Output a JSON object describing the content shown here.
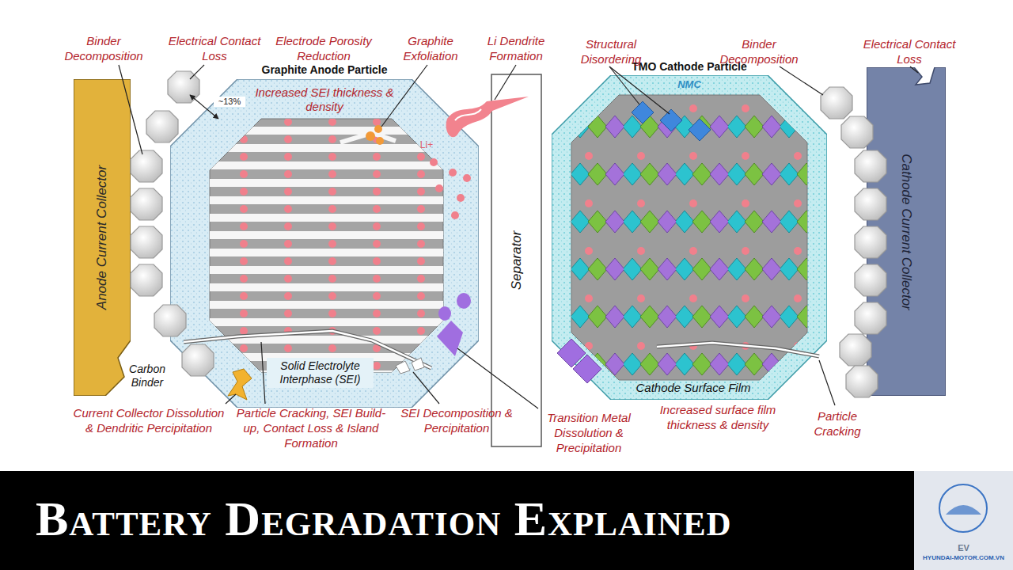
{
  "diagram": {
    "title": "Battery Degradation Explained",
    "nodes": [
      {
        "text": [
          "Anode Current Collector"
        ]
      },
      {
        "text": [
          "Graphite Anode Particle",
          "Increased SEI thickness & density",
          "Solid Electrolyte Interphase (SEI)"
        ]
      },
      {
        "text": [
          "Separator"
        ]
      },
      {
        "text": [
          "TMO Cathode Particle",
          "NMC",
          "Cathode Surface Film"
        ]
      },
      {
        "text": [
          "Cathode Current Collector"
        ]
      }
    ],
    "labels": [
      "Binder Decomposition",
      "Electrical Contact Loss",
      "Electrode Porosity Reduction",
      "Graphite Exfoliation",
      "Li Dendrite Formation",
      "Structural Disordering",
      "Binder Decomposition",
      "Electrical Contact Loss",
      "~13%",
      "Li+",
      "Carbon Binder",
      "Current Collector Dissolution & Dendritic Percipitation",
      "Particle Cracking, SEI Build-up, Contact Loss & Island Formation",
      "SEI Decomposition & Percipitation",
      "Transition Metal Dissolution & Precipitation",
      "Increased surface film thickness & density",
      "Particle Cracking",
      "EV",
      "HYUNDAI-MOTOR.COM.VN"
    ]
  }
}
